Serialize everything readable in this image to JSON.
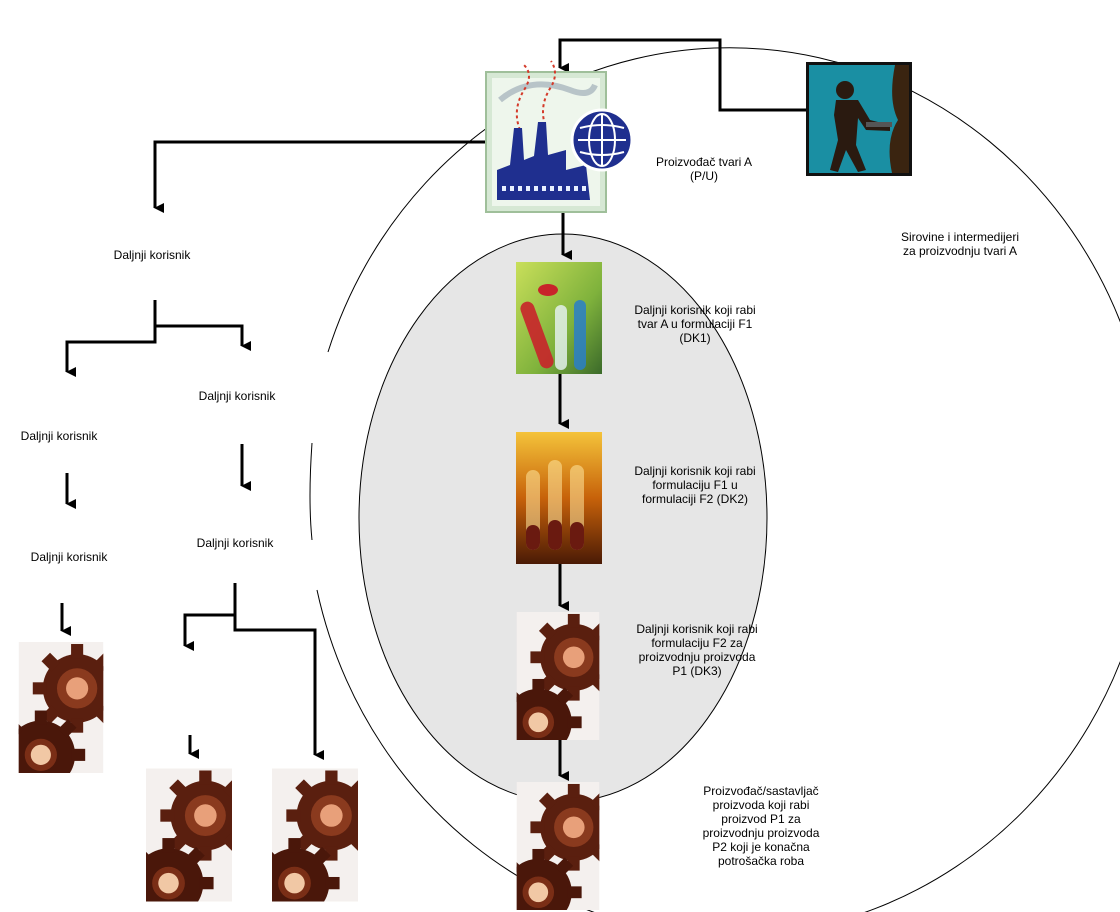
{
  "nodes": {
    "producer": {
      "lines": [
        "Proizvođač tvari A",
        "(P/U)"
      ]
    },
    "raw_materials": {
      "lines": [
        "Sirovine i intermedijeri",
        "za proizvodnju tvari A"
      ]
    },
    "user_top": {
      "lines": [
        "Daljnji korisnik"
      ]
    },
    "user_left_1": {
      "lines": [
        "Daljnji korisnik"
      ]
    },
    "user_left_2": {
      "lines": [
        "Daljnji korisnik"
      ]
    },
    "user_mid_1": {
      "lines": [
        "Daljnji korisnik"
      ]
    },
    "user_mid_2": {
      "lines": [
        "Daljnji korisnik"
      ]
    },
    "dk1": {
      "lines": [
        "Daljnji korisnik koji rabi",
        "tvar A u formulaciji F1",
        "(DK1)"
      ]
    },
    "dk2": {
      "lines": [
        "Daljnji korisnik koji rabi",
        "formulaciju F1 u",
        "formulaciji F2 (DK2)"
      ]
    },
    "dk3": {
      "lines": [
        "Daljnji korisnik koji rabi",
        "formulaciju F2 za",
        "proizvodnju proizvoda",
        "P1 (DK3)"
      ]
    },
    "assembler": {
      "lines": [
        "Proizvođač/sastavljač",
        "proizvoda koji rabi",
        "proizvod P1 za",
        "proizvodnju proizvoda",
        "P2 koji je konačna",
        "potrošačka roba"
      ]
    }
  },
  "icons": [
    "factory-globe-icon",
    "worker-drilling-icon",
    "test-tubes-red-icon",
    "test-tubes-yellow-icon",
    "gear-icon"
  ],
  "colors": {
    "inner_circle_fill": "#e6e6e6",
    "line": "#000000",
    "factory_blue": "#1f2f8f",
    "worker_bg": "#1a8fa3",
    "gear_brown": "#5a1f0f"
  }
}
